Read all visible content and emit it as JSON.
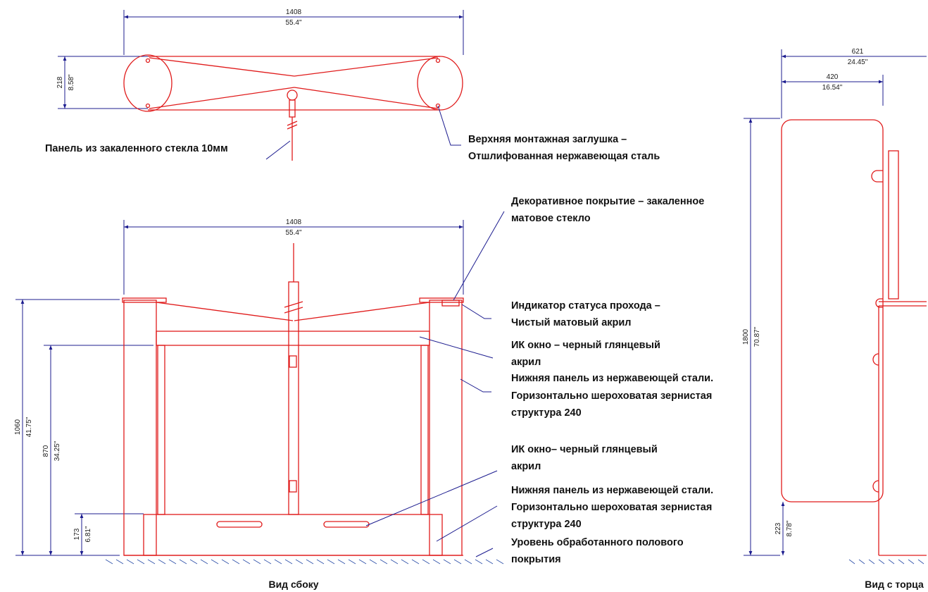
{
  "top_view": {
    "width_mm": "1408",
    "width_in": "55.4\"",
    "depth_mm": "218",
    "depth_in": "8.58\"",
    "note_glass": "Панель из закаленного стекла 10мм",
    "note_cap": [
      "Верхняя монтажная заглушка –",
      "Отшлифованная нержавеющая сталь"
    ]
  },
  "side_view": {
    "width_mm": "1408",
    "width_in": "55.4\"",
    "height_mm": "1060",
    "height_in": "41.75\"",
    "ir_height_mm": "870",
    "ir_height_in": "34.25\"",
    "base_height_mm": "173",
    "base_height_in": "6.81\"",
    "caption": "Вид сбоку",
    "notes": {
      "decor": [
        "Декоративное покрытие – закаленное",
        "матовое стекло"
      ],
      "indicator": [
        "Индикатор статуса прохода –",
        "Чистый матовый акрил"
      ],
      "ir_upper": [
        "ИК окно – черный глянцевый",
        "акрил"
      ],
      "panel_upper": [
        "Нижняя панель из нержавеющей стали.",
        "Горизонтально шероховатая зернистая",
        "структура 240"
      ],
      "ir_lower": [
        "ИК окно– черный глянцевый",
        "акрил"
      ],
      "panel_lower": [
        "Нижняя панель из нержавеющей стали.",
        "Горизонтально шероховатая зернистая",
        "структура 240"
      ],
      "floor": [
        "Уровень обработанного полового",
        "покрытия"
      ]
    }
  },
  "end_view": {
    "width_mm": "621",
    "width_in": "24.45\"",
    "inner_mm": "420",
    "inner_in": "16.54\"",
    "height_mm": "1800",
    "height_in": "70.87\"",
    "base_mm": "223",
    "base_in": "8.78\"",
    "caption": "Вид с торца"
  },
  "colors": {
    "outline": "#e01b1b",
    "dimension": "#1c1c8f",
    "text": "#111111"
  }
}
